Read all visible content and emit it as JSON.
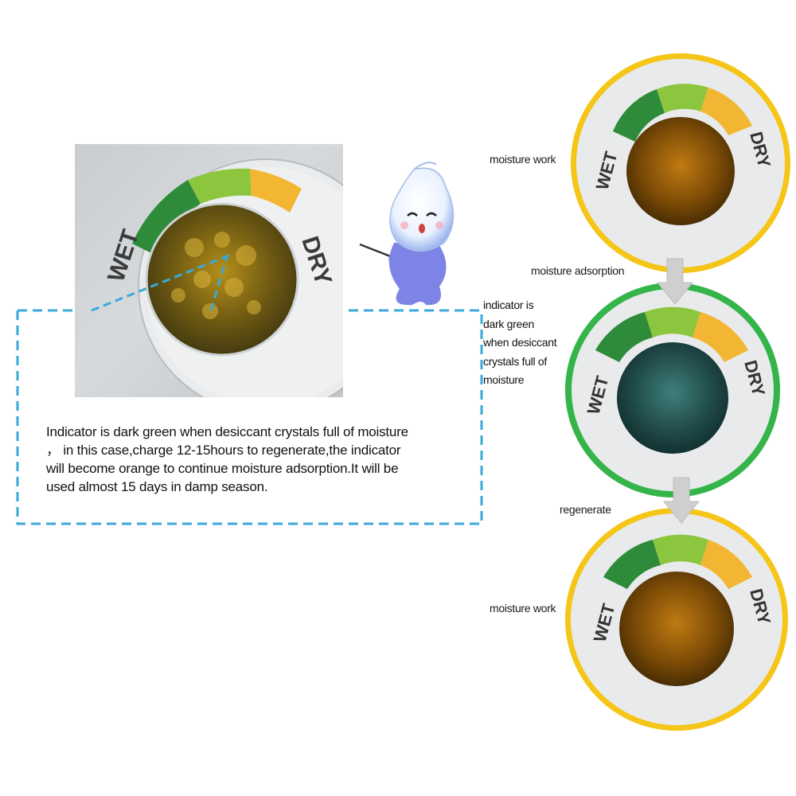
{
  "indicator_labels": {
    "wet": "WET",
    "dry": "DRY"
  },
  "diagram_text": {
    "paragraph_lines": [
      "Indicator is dark green when desiccant crystals full of moisture",
      "，  in this case,charge 12-15hours to regenerate,the indicator",
      "will become orange to continue  moisture adsorption.It will be",
      "used almost 15 days in damp season."
    ],
    "side_note_lines": [
      "indicator is",
      "dark green",
      "when desiccant",
      "crystals full of",
      "moisture"
    ],
    "step_labels": {
      "top": "moisture work",
      "adsorption": "moisture adsorption",
      "regenerate": "regenerate",
      "bottom": "moisture work"
    }
  },
  "colors": {
    "dark_green": "#2e8b3a",
    "light_green": "#8cc63f",
    "orange_yellow": "#f2b632",
    "ring_yellow": "#f5c518",
    "ring_green": "#35b44a",
    "dashed_line": "#3aa9d8",
    "arrow_gray": "#cfcfcf",
    "mascot_blue": "#7d84e6"
  }
}
